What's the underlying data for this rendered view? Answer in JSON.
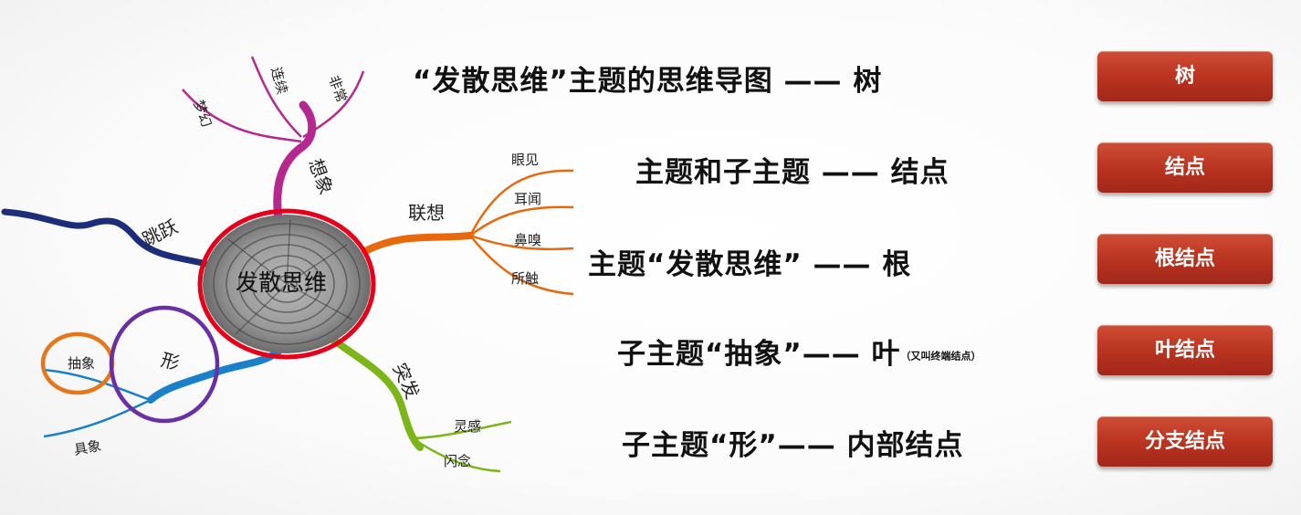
{
  "mindmap": {
    "root": "发散思维",
    "branches": {
      "xiangxiang": {
        "label": "想象",
        "children": [
          "梦幻",
          "连续",
          "非常"
        ]
      },
      "lianxiang": {
        "label": "联想",
        "children": [
          "眼见",
          "耳闻",
          "鼻嗅",
          "所触"
        ]
      },
      "tiaoyue": {
        "label": "跳跃"
      },
      "xing": {
        "label": "形",
        "children": [
          "抽象",
          "具象"
        ]
      },
      "tufa": {
        "label": "突发",
        "children": [
          "灵感",
          "闪念"
        ]
      }
    }
  },
  "lines": [
    {
      "text": "“发散思维”主题的思维导图 —— 树"
    },
    {
      "text": "主题和子主题 —— 结点"
    },
    {
      "text": "主题“发散思维” —— 根"
    },
    {
      "text": "子主题“抽象”—— 叶",
      "note": "（又叫终端结点）"
    },
    {
      "text": "子主题“形”—— 内部结点"
    }
  ],
  "tags": [
    "树",
    "结点",
    "根结点",
    "叶结点",
    "分支结点"
  ],
  "colors": {
    "tag": "#b8321f",
    "highlight_root": "#e8001a",
    "highlight_leaf": "#e6761a",
    "highlight_internal": "#6a2fa3"
  }
}
